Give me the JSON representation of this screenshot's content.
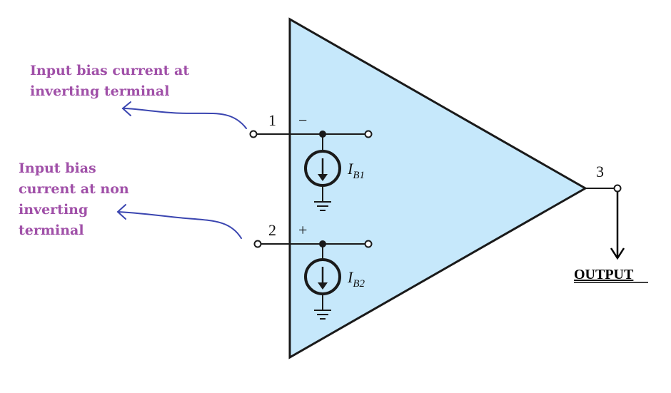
{
  "annotations": {
    "inverting": [
      "Input bias current at",
      "inverting terminal"
    ],
    "non_inverting": [
      "Input bias",
      "current at non",
      "inverting",
      "terminal"
    ]
  },
  "terminals": {
    "inverting": {
      "number": "1",
      "sign": "−"
    },
    "non_inverting": {
      "number": "2",
      "sign": "+"
    },
    "output": {
      "number": "3"
    }
  },
  "sources": {
    "ib1": {
      "main": "I",
      "sub": "B1"
    },
    "ib2": {
      "main": "I",
      "sub": "B2"
    }
  },
  "output_label": "OUTPUT",
  "colors": {
    "triangle_fill": "#c6e8fb",
    "annotation_text": "#a050a8",
    "arrow": "#3a45b0"
  }
}
